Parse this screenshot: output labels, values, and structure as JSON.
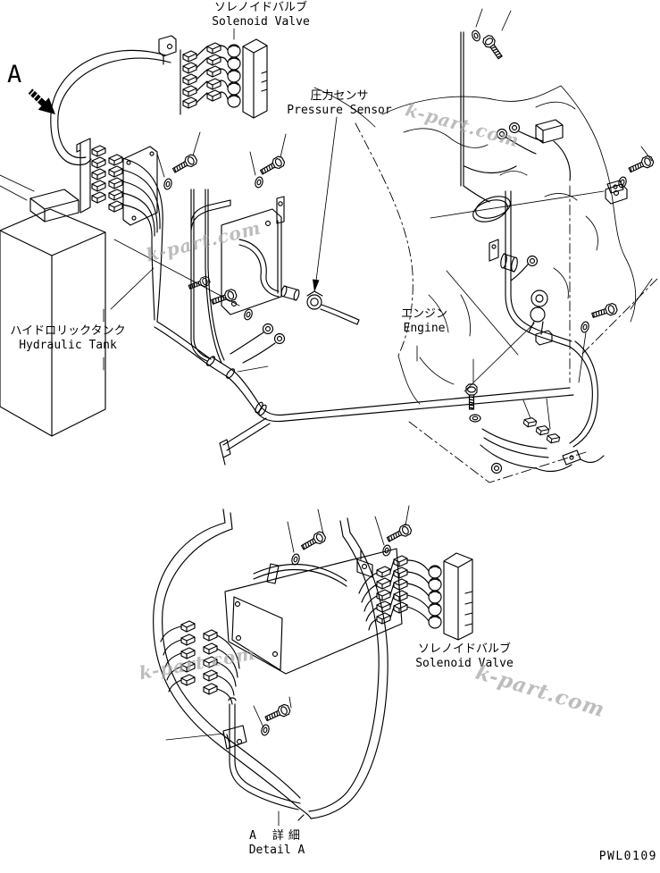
{
  "colors": {
    "line": "#000000",
    "background": "#ffffff",
    "watermark": "#a5a5a5"
  },
  "view": {
    "marker": "A"
  },
  "drawing_number": "PWL0109",
  "watermark": {
    "text": "k-part.com"
  },
  "labels": {
    "solenoid_valve_top": {
      "jp": "ソレノイドバルブ",
      "en": "Solenoid Valve"
    },
    "pressure_sensor": {
      "jp": "圧力センサ",
      "en": "Pressure Sensor"
    },
    "hydraulic_tank": {
      "jp": "ハイドロリックタンク",
      "en": "Hydraulic Tank"
    },
    "engine": {
      "jp": "エンジン",
      "en": "Engine"
    },
    "solenoid_valve_bottom": {
      "jp": "ソレノイドバルブ",
      "en": "Solenoid Valve"
    },
    "detail_a": {
      "jp": "A 詳細",
      "en": "Detail A"
    }
  }
}
